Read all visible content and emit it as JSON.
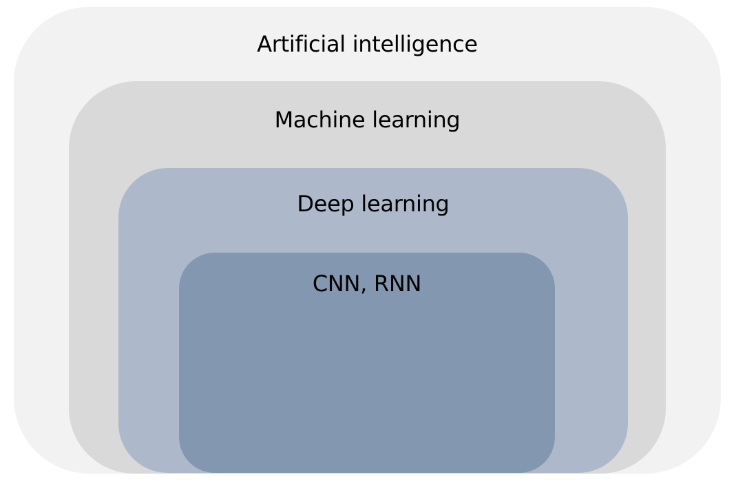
{
  "diagram": {
    "type": "nested-sets",
    "layers": [
      {
        "label": "Artificial intelligence",
        "color": "#f2f2f2"
      },
      {
        "label": "Machine learning",
        "color": "#d9d9d9"
      },
      {
        "label": "Deep learning",
        "color": "#adb9ca"
      },
      {
        "label": "CNN, RNN",
        "color": "#8497b0"
      }
    ]
  }
}
